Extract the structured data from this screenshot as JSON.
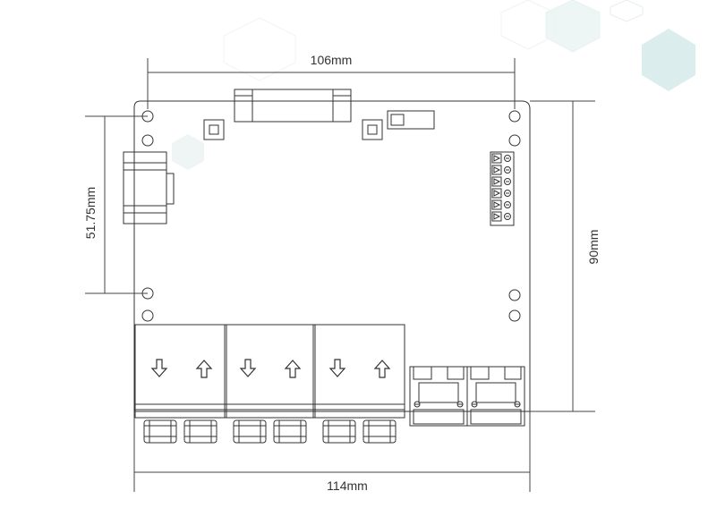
{
  "dimensions": {
    "top_width": "106mm",
    "bottom_width": "114mm",
    "left_height": "51.75mm",
    "right_height": "90mm"
  },
  "colors": {
    "line": "#333333",
    "dim_line": "#444444",
    "block_fill": "#e6e6e6",
    "hex_fill": "#dbeeed",
    "hex_stroke": "#e7f1f0"
  },
  "icons": {
    "output_down": "arrow-down-outline",
    "output_up": "arrow-up-outline"
  }
}
